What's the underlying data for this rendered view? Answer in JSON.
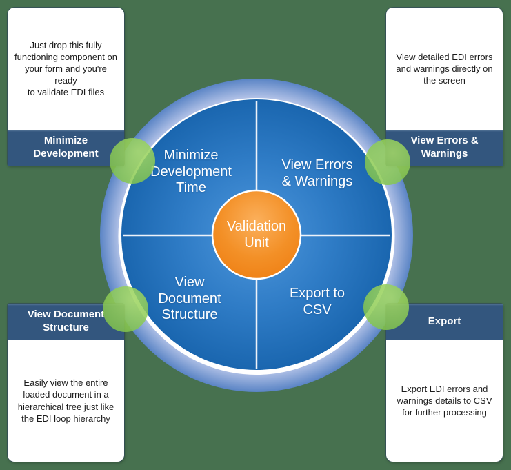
{
  "background_color": "#47714F",
  "diagram": {
    "center": {
      "label": "Validation\nUnit",
      "color": "#F08214"
    },
    "quadrants": [
      {
        "id": "minimize-development-time",
        "label": "Minimize\nDevelopment\nTime"
      },
      {
        "id": "view-errors-warnings",
        "label": "View Errors\n& Warnings"
      },
      {
        "id": "view-document-structure",
        "label": "View\nDocument\nStructure"
      },
      {
        "id": "export-to-csv",
        "label": "Export to\nCSV"
      }
    ],
    "colors": {
      "inner_circle": "#2478C8",
      "outer_ring": "#7FA0D4",
      "divider": "#FFFFFF",
      "connector_green": "#8CC853",
      "bar_navy": "#33567E"
    }
  },
  "cards": {
    "top_left": {
      "body": "Just drop this fully\nfunctioning component on\nyour form and you're ready\nto validate EDI files",
      "title": "Minimize\nDevelopment"
    },
    "top_right": {
      "body": "View detailed EDI errors\nand warnings directly on\nthe screen",
      "title": "View Errors &\nWarnings"
    },
    "bottom_left": {
      "title": "View Document\nStructure",
      "body": "Easily view the entire\nloaded document in a\nhierarchical tree just like\nthe EDI loop hierarchy"
    },
    "bottom_right": {
      "title": "Export",
      "body": "Export EDI errors and\nwarnings details to CSV\nfor further processing"
    }
  }
}
